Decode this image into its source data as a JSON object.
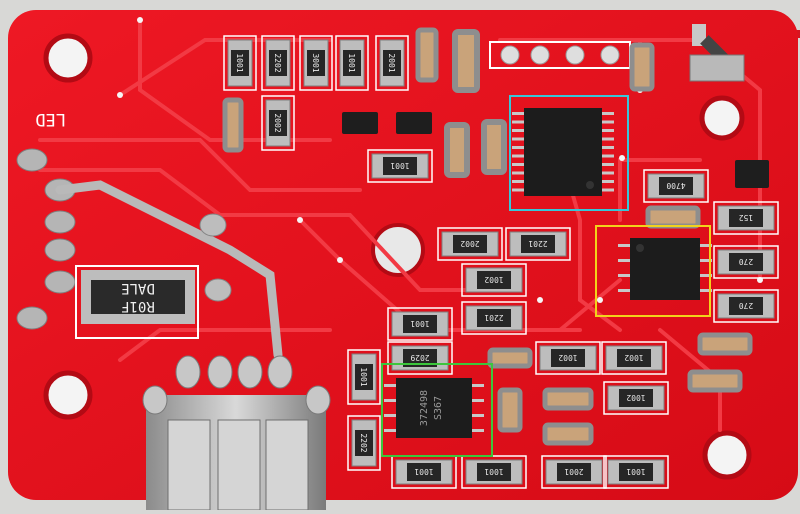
{
  "board": {
    "silkscreen_led": "LED",
    "colors": {
      "pcb": "#e8101c",
      "pcb_dark": "#c40814",
      "trace": "#f23a44",
      "silk": "#ffffff",
      "solder": "#c9c9c9",
      "chip": "#1c1c1c",
      "highlight_cyan": "#37c6d8",
      "highlight_yellow": "#f2d21b",
      "highlight_white": "#ffffff",
      "highlight_green": "#3cc63c"
    }
  },
  "resistors": {
    "r1": "1001",
    "r2": "2202",
    "r3": "3001",
    "r4": "1001",
    "r5": "2001",
    "r6": "2002",
    "r7": "1001",
    "r8": "4700",
    "r9": "152",
    "r10": "2002",
    "r11": "2201",
    "r12": "270",
    "r13": "1002",
    "r14": "2201",
    "r15": "270",
    "r16": "1001",
    "r17": "2029",
    "r18": "1002",
    "r19": "1002",
    "r20": "1002",
    "r21": "1001",
    "r22": "1001",
    "r23": "1001",
    "r24": "2001",
    "r25": "1001",
    "r26": "2202"
  },
  "shunt": {
    "line1": "DALE",
    "line2": "R01F"
  },
  "ic_green": {
    "line1": "372498",
    "line2": "S367"
  }
}
